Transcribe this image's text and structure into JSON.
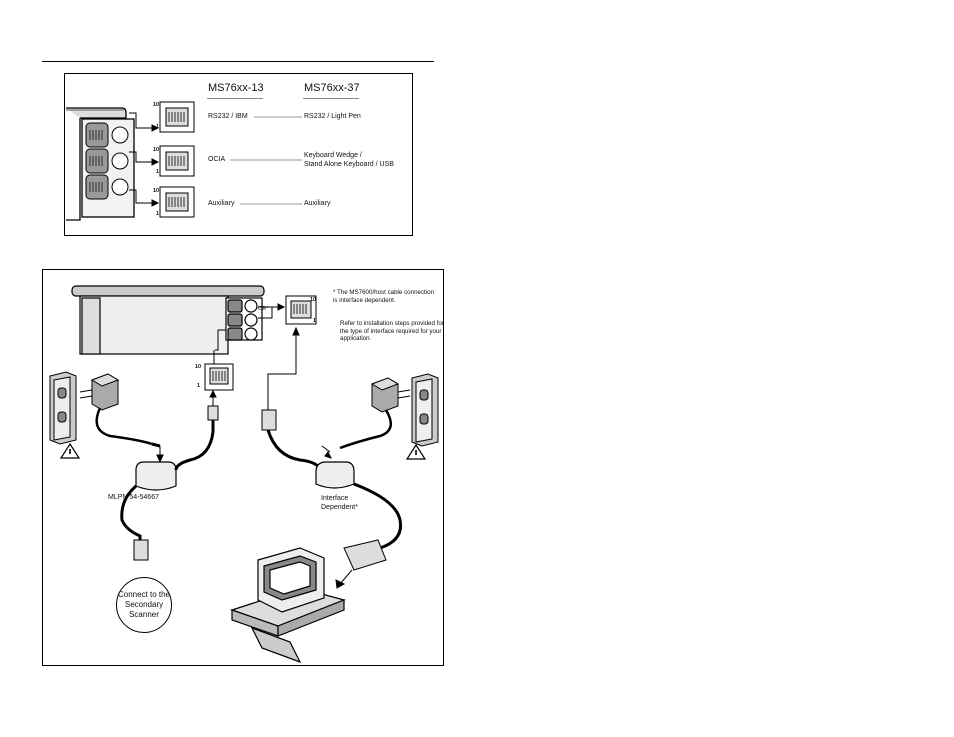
{
  "diagram1": {
    "col1_header": "MS76xx-13",
    "col2_header": "MS76xx-37",
    "rows": [
      {
        "left": "RS232 / IBM",
        "right": "RS232 / Light Pen"
      },
      {
        "left": "OCIA",
        "right_line1": "Keyboard Wedge /",
        "right_line2": "Stand Alone Keyboard / USB"
      },
      {
        "left": "Auxiliary",
        "right": "Auxiliary"
      }
    ],
    "pin_top": "10",
    "pin_bottom": "1"
  },
  "diagram2": {
    "or_label": "OR*",
    "pin_top": "10",
    "pin_bottom": "1",
    "note_line1": "* The MS7600/host cable connection is interface dependent.",
    "note_line2": "Refer to installation steps provided for the type of interface required for your application.",
    "cable_left_label": "MLPN 54-54667",
    "cable_right_label_line1": "Interface",
    "cable_right_label_line2": "Dependent*",
    "circle_text": "Connect to the Secondary Scanner"
  },
  "icons": [
    "warning-icon",
    "power-adapter-icon",
    "wall-outlet-icon",
    "computer-icon",
    "rj45-jack-icon"
  ]
}
